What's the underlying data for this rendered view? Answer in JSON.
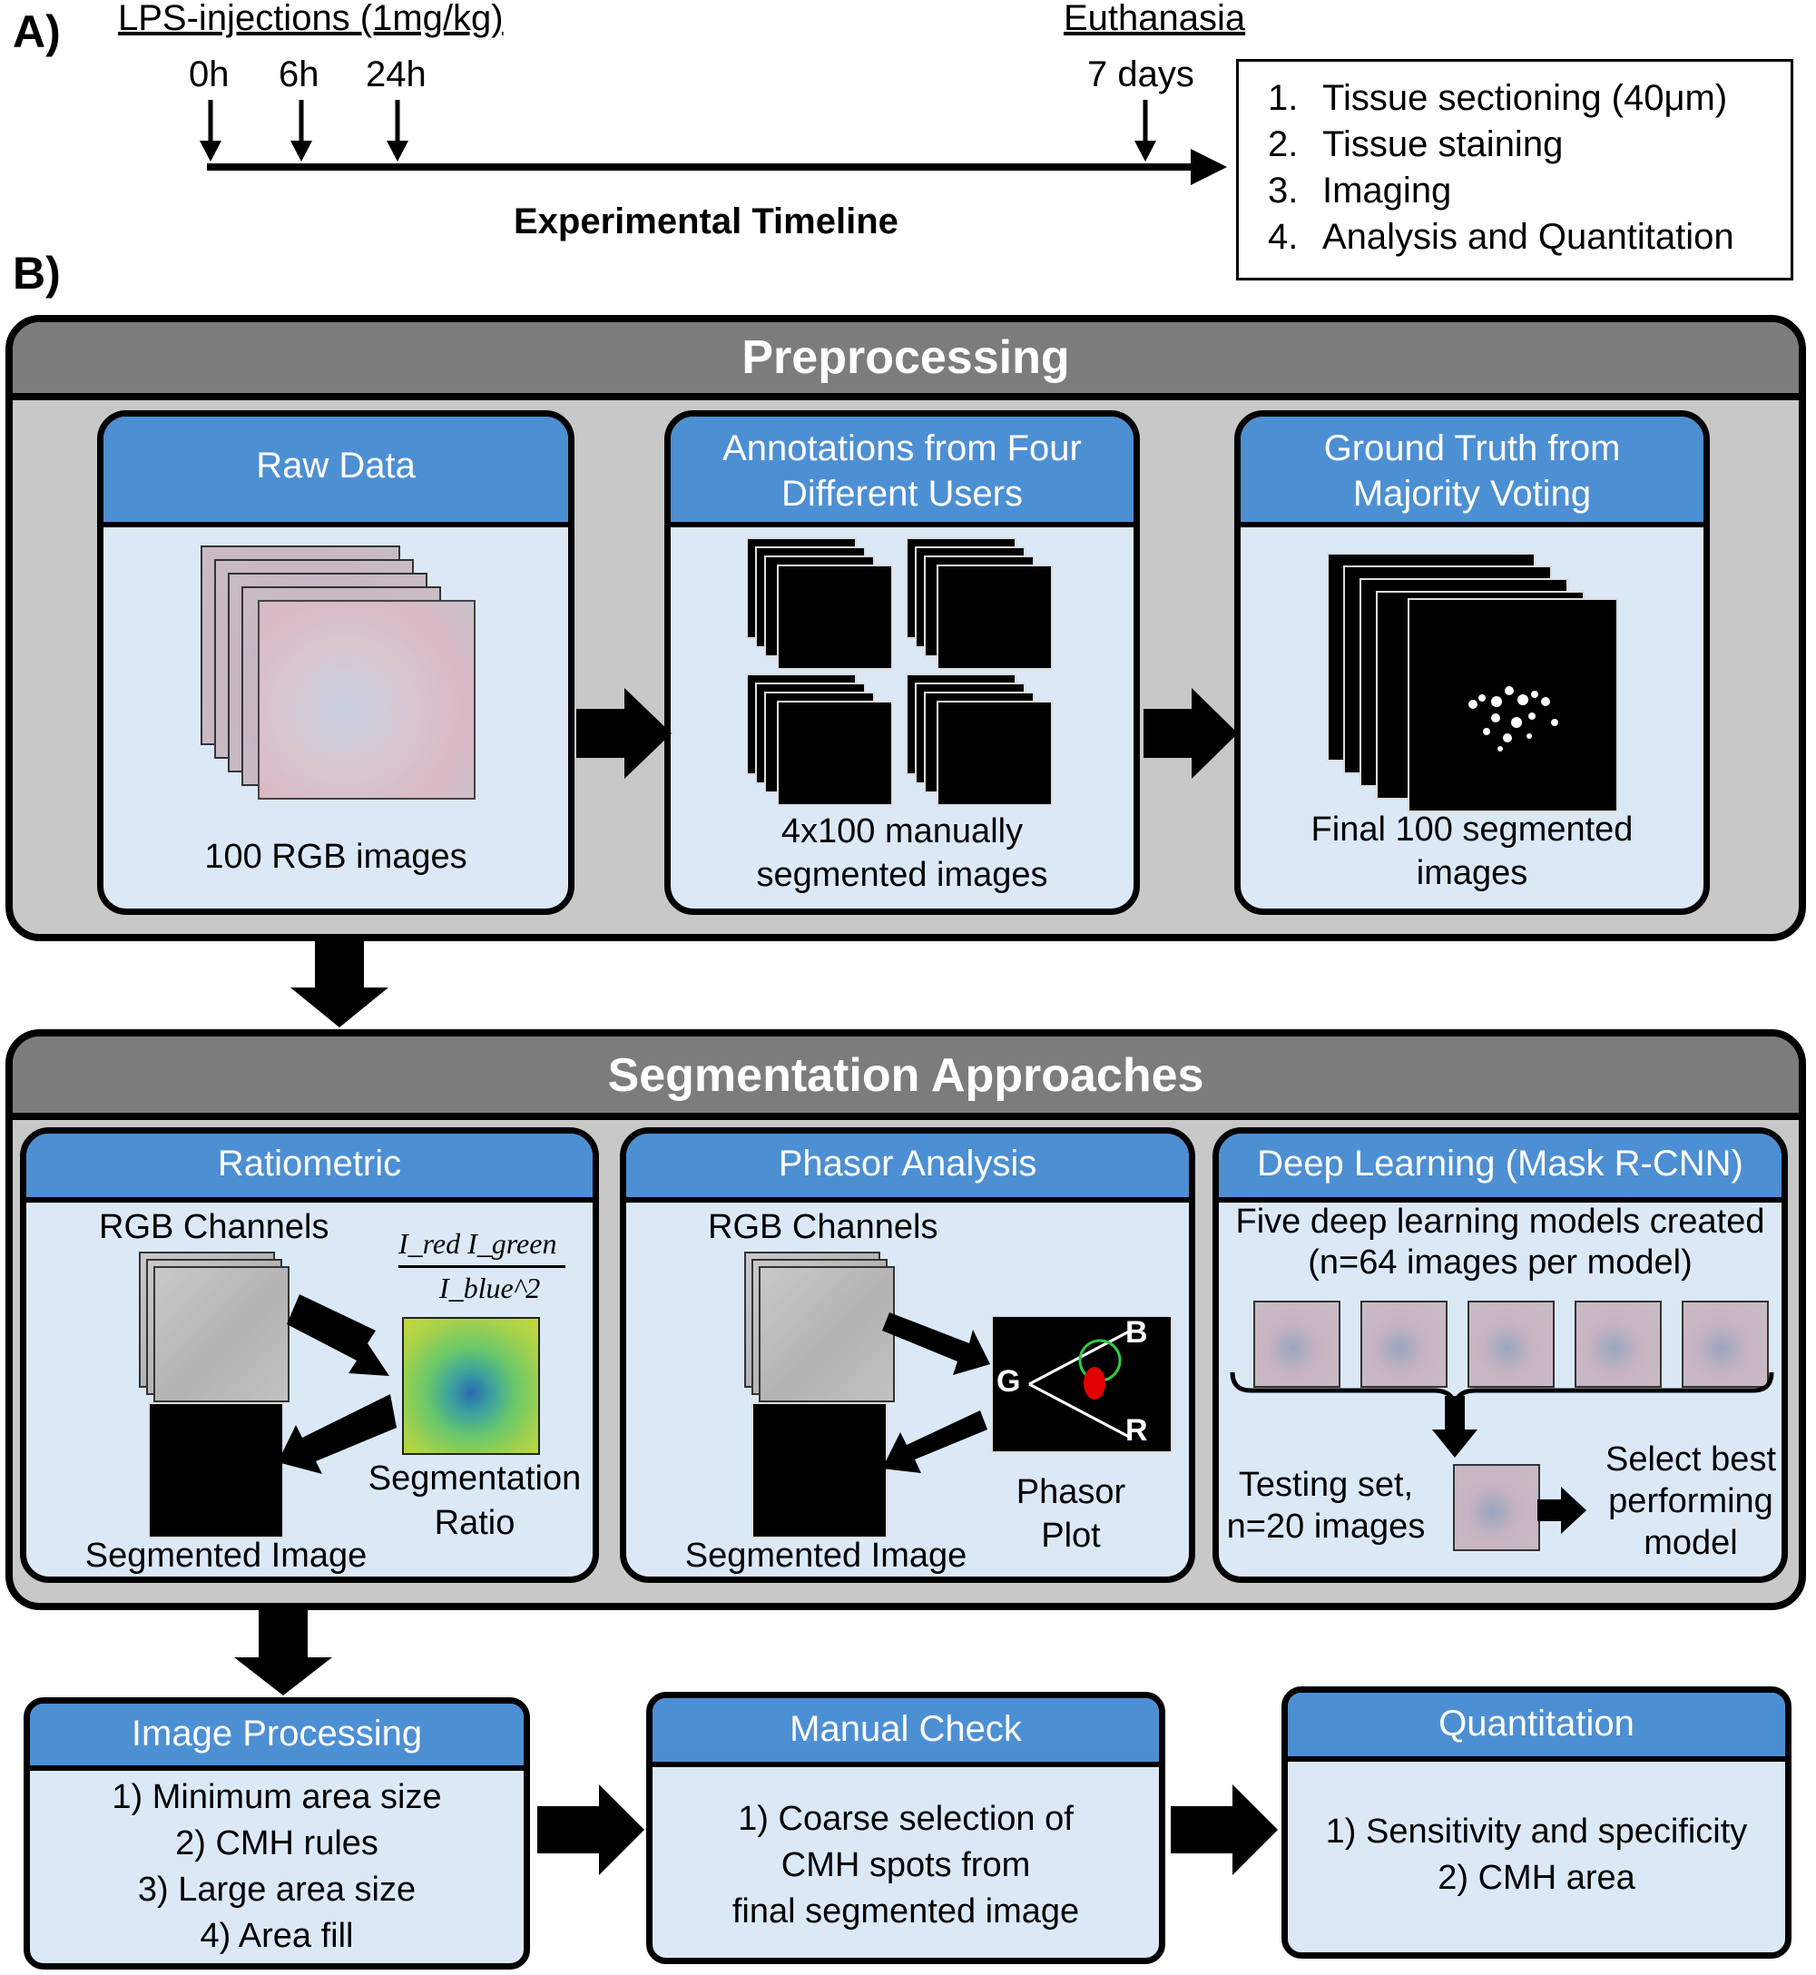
{
  "panel_a": {
    "letter": "A)",
    "injections_label": "LPS-injections (1mg/kg)",
    "time_0": "0h",
    "time_6": "6h",
    "time_24": "24h",
    "euthanasia_label": "Euthanasia",
    "time_7d": "7 days",
    "timeline_title": "Experimental Timeline",
    "steps": [
      {
        "num": "1.",
        "text": "Tissue sectioning (40μm)"
      },
      {
        "num": "2.",
        "text": "Tissue staining"
      },
      {
        "num": "3.",
        "text": "Imaging"
      },
      {
        "num": "4.",
        "text": "Analysis and Quantitation"
      }
    ]
  },
  "panel_b": {
    "letter": "B)",
    "preprocessing": {
      "title": "Preprocessing",
      "raw": {
        "title": "Raw Data",
        "caption": "100 RGB images"
      },
      "annotations": {
        "title_1": "Annotations from Four",
        "title_2": "Different Users",
        "caption_1": "4x100 manually",
        "caption_2": "segmented images"
      },
      "ground_truth": {
        "title_1": "Ground Truth from",
        "title_2": "Majority Voting",
        "caption_1": "Final 100 segmented",
        "caption_2": "images"
      }
    },
    "segmentation": {
      "title": "Segmentation Approaches",
      "ratiometric": {
        "title": "Ratiometric",
        "rgb_label": "RGB Channels",
        "formula_num": "I_red I_green",
        "formula_den": "I_blue^2",
        "ratio_label_1": "Segmentation",
        "ratio_label_2": "Ratio",
        "segmented_label": "Segmented Image"
      },
      "phasor": {
        "title": "Phasor Analysis",
        "rgb_label": "RGB Channels",
        "plot_label_1": "Phasor",
        "plot_label_2": "Plot",
        "segmented_label": "Segmented Image",
        "axis_b": "B",
        "axis_g": "G",
        "axis_r": "R"
      },
      "deep_learning": {
        "title": "Deep Learning (Mask R-CNN)",
        "desc_1": "Five deep learning models created",
        "desc_2": "(n=64 images per model)",
        "testing_1": "Testing set,",
        "testing_2": "n=20 images",
        "select_1": "Select best",
        "select_2": "performing",
        "select_3": "model"
      }
    },
    "image_processing": {
      "title": "Image Processing",
      "items": [
        "1) Minimum area size",
        "2) CMH rules",
        "3) Large area size",
        "4) Area fill"
      ]
    },
    "manual_check": {
      "title": "Manual Check",
      "lines": [
        "1) Coarse selection of",
        "CMH spots from",
        "final segmented image"
      ]
    },
    "quantitation": {
      "title": "Quantitation",
      "lines": [
        "1) Sensitivity and specificity",
        "2) CMH area"
      ]
    }
  },
  "colors": {
    "card_header_blue": "#4d8fd3",
    "card_body_blue": "#dbe9f7",
    "section_header_gray": "#7c7c7c",
    "section_body_gray": "#c8c8c8"
  }
}
